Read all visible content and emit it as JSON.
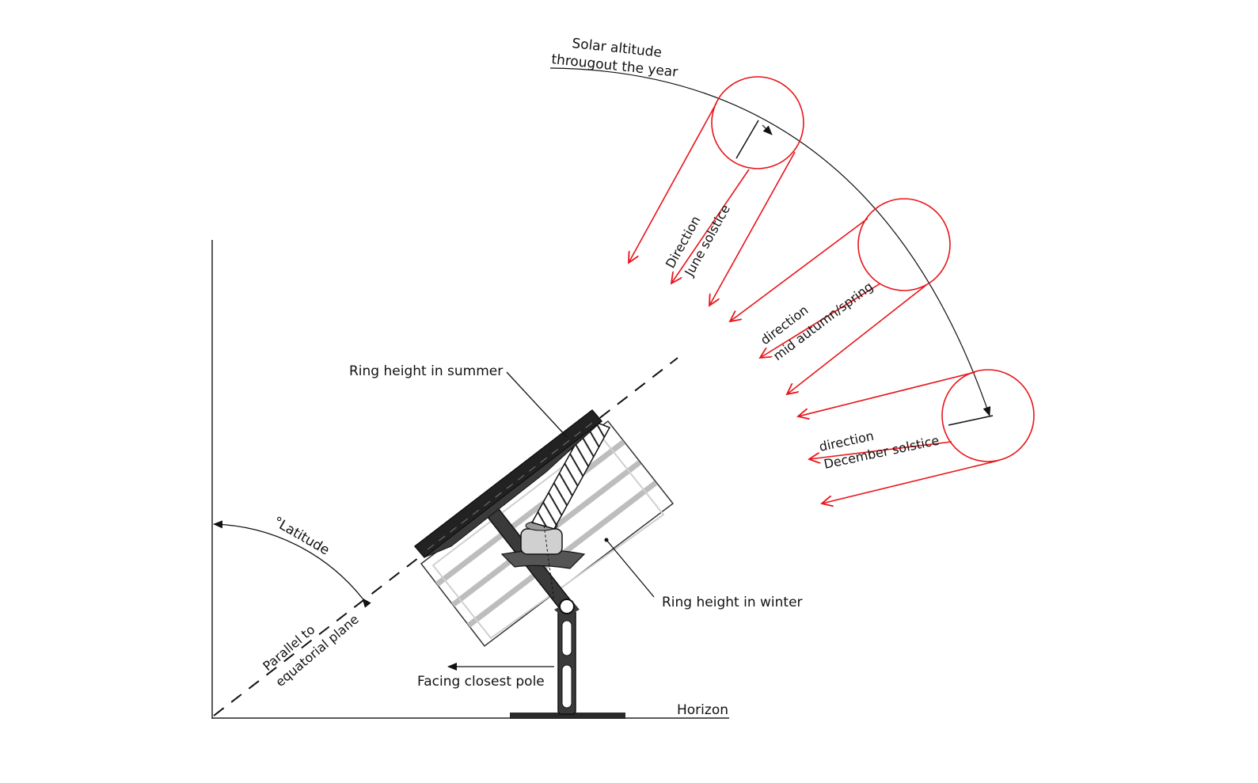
{
  "labels": {
    "solar_altitude_line1": "Solar altitude",
    "solar_altitude_line2": "througout the year",
    "june_line1": "Direction",
    "june_line2": "June solstice",
    "mid_line1": "direction",
    "mid_line2": "mid autumn/spring",
    "dec_line1": "direction",
    "dec_line2": "December solstice",
    "ring_summer": "Ring height in summer",
    "ring_winter": "Ring height in winter",
    "latitude": "°Latitude",
    "parallel_line1": "Parallel to",
    "parallel_line2": "equatorial plane",
    "facing_pole": "Facing closest pole",
    "horizon": "Horizon"
  },
  "colors": {
    "sun": "#e8141a",
    "ink": "#111111",
    "panel": "#2a2a2a",
    "ghost": "#bdbdbd"
  }
}
